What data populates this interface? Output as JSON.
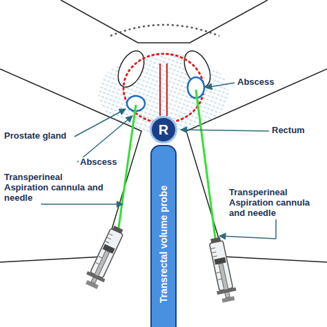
{
  "diagram": {
    "nodes": [
      {
        "text": [
          "R"
        ]
      },
      {
        "text": [
          "Transrectal volume probe"
        ]
      }
    ],
    "labels": [
      "Prostate gland",
      "Abscess",
      "Abscess",
      "Rectum",
      "Transperineal Aspiration cannula and needle",
      "Transperineal Aspiration cannula and needle"
    ]
  }
}
